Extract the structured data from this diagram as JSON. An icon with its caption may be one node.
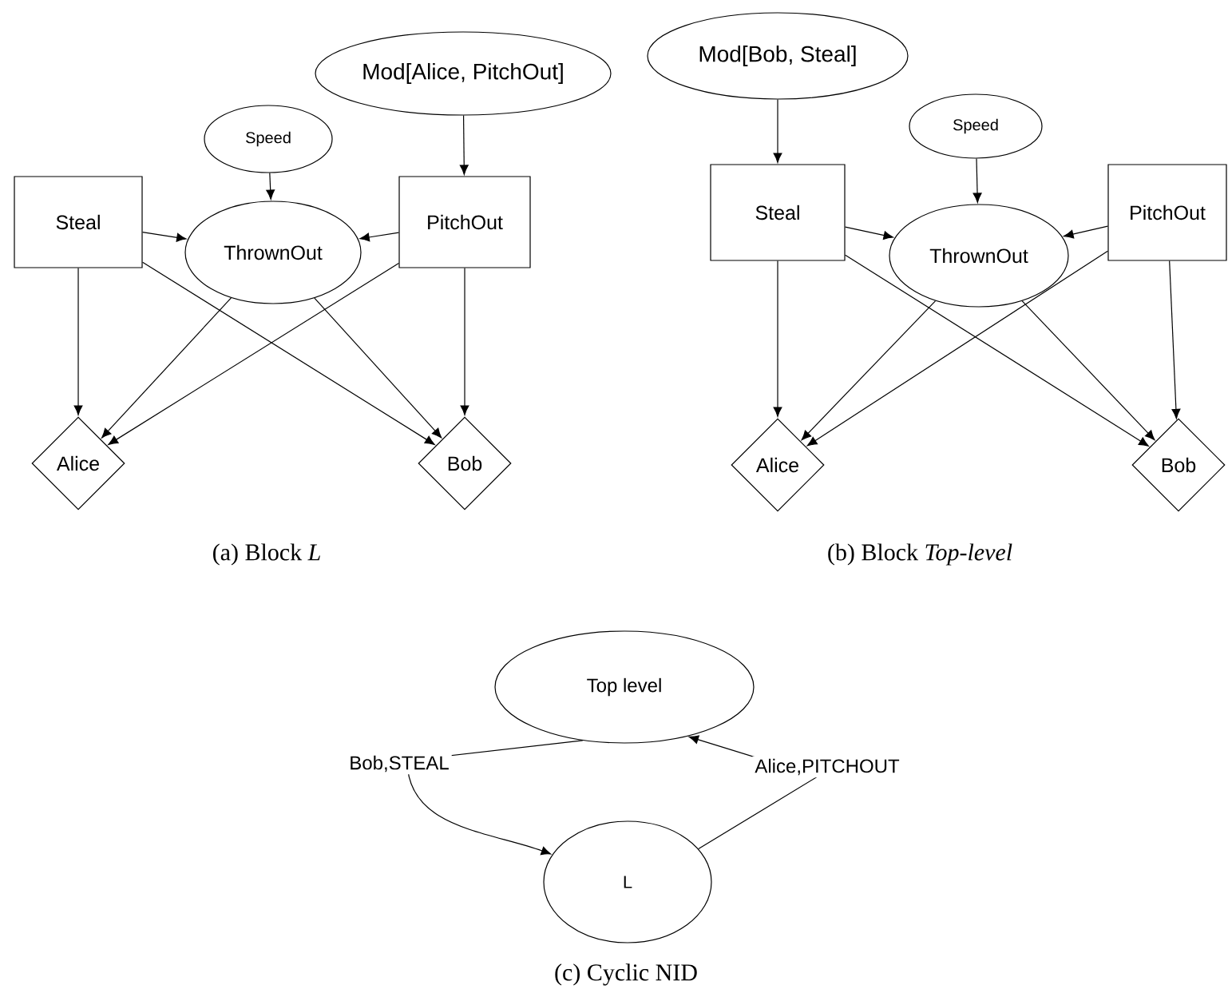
{
  "diagram": {
    "nodes": [
      {
        "text": [
          "Mod[Alice, PitchOut]"
        ]
      },
      {
        "text": [
          "Speed"
        ]
      },
      {
        "text": [
          "Steal"
        ]
      },
      {
        "text": [
          "ThrownOut"
        ]
      },
      {
        "text": [
          "PitchOut"
        ]
      },
      {
        "text": [
          "Alice"
        ]
      },
      {
        "text": [
          "Bob"
        ]
      },
      {
        "text": [
          "Mod[Bob, Steal]"
        ]
      },
      {
        "text": [
          "Speed"
        ]
      },
      {
        "text": [
          "Steal"
        ]
      },
      {
        "text": [
          "ThrownOut"
        ]
      },
      {
        "text": [
          "PitchOut"
        ]
      },
      {
        "text": [
          "Alice"
        ]
      },
      {
        "text": [
          "Bob"
        ]
      },
      {
        "text": [
          "Top level"
        ]
      },
      {
        "text": [
          "L"
        ]
      }
    ],
    "edges": [
      {
        "from": 0,
        "to": 4,
        "arrow": "to"
      },
      {
        "from": 1,
        "to": 3,
        "arrow": "to"
      },
      {
        "from": 2,
        "to": 3,
        "arrow": "to"
      },
      {
        "from": 4,
        "to": 3,
        "arrow": "to"
      },
      {
        "from": 2,
        "to": 5,
        "arrow": "to"
      },
      {
        "from": 2,
        "to": 6,
        "arrow": "to"
      },
      {
        "from": 3,
        "to": 5,
        "arrow": "to"
      },
      {
        "from": 3,
        "to": 6,
        "arrow": "to"
      },
      {
        "from": 4,
        "to": 5,
        "arrow": "to"
      },
      {
        "from": 4,
        "to": 6,
        "arrow": "to"
      },
      {
        "from": 7,
        "to": 9,
        "arrow": "to"
      },
      {
        "from": 8,
        "to": 10,
        "arrow": "to"
      },
      {
        "from": 9,
        "to": 10,
        "arrow": "to"
      },
      {
        "from": 11,
        "to": 10,
        "arrow": "to"
      },
      {
        "from": 9,
        "to": 12,
        "arrow": "to"
      },
      {
        "from": 9,
        "to": 13,
        "arrow": "to"
      },
      {
        "from": 10,
        "to": 12,
        "arrow": "to"
      },
      {
        "from": 10,
        "to": 13,
        "arrow": "to"
      },
      {
        "from": 11,
        "to": 12,
        "arrow": "to"
      },
      {
        "from": 11,
        "to": 13,
        "arrow": "to"
      },
      {
        "from": 14,
        "to": 15,
        "arrow": "to",
        "label": "Bob,STEAL"
      },
      {
        "from": 15,
        "to": 14,
        "arrow": "to",
        "label": "Alice,PITCHOUT"
      }
    ],
    "labels": [
      "(a) Block *L*",
      "(b) Block *Top-level*",
      "(c) Cyclic NID"
    ]
  }
}
